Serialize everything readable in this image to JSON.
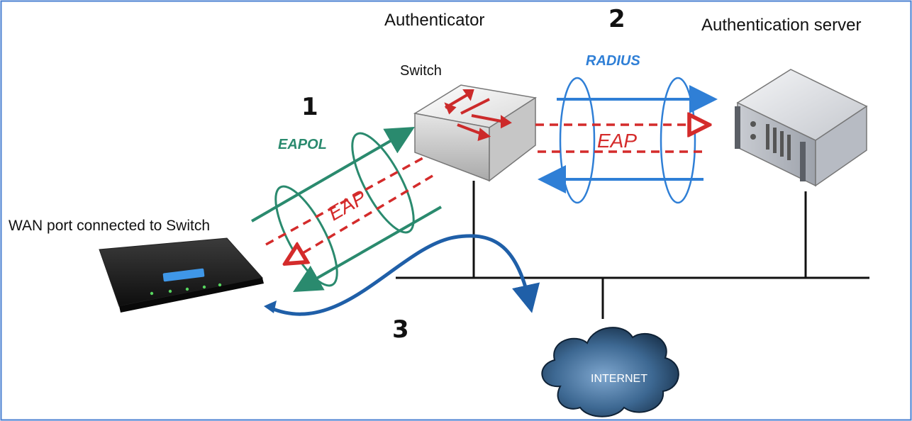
{
  "labels": {
    "authenticator": "Authenticator",
    "auth_server": "Authentication server",
    "switch": "Switch",
    "wan_port": "WAN port connected to Switch",
    "internet": "INTERNET"
  },
  "steps": {
    "one": "1",
    "two": "2",
    "three": "3"
  },
  "protocols": {
    "eapol": "EAPOL",
    "radius": "RADIUS",
    "eap_left": "EAP",
    "eap_right": "EAP"
  },
  "colors": {
    "eapol_green": "#2a8a6e",
    "radius_blue": "#2f7fd6",
    "eap_red": "#d42b2b",
    "internet_path_blue": "#1f5fa8",
    "network_line": "#111111",
    "frame_border": "#4a7fd0"
  }
}
